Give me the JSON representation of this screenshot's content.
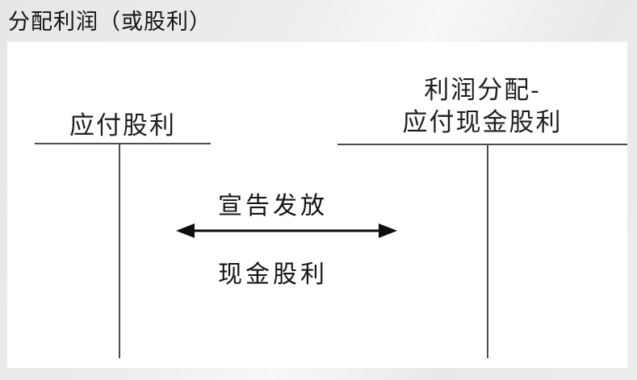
{
  "title": "分配利润（或股利）",
  "diagram": {
    "left_account": {
      "title": "应付股利"
    },
    "right_account": {
      "title_line1": "利润分配-",
      "title_line2": "应付现金股利"
    },
    "flow": {
      "label_top": "宣告发放",
      "label_bottom": "现金股利"
    }
  },
  "icons": {
    "double_arrow": "left-right-arrow-icon"
  },
  "colors": {
    "page_background": "#ebebed",
    "panel_background": "#ffffff",
    "account_line": "#4d4d4d",
    "arrow": "#0d0d0d",
    "text": "#141414"
  }
}
